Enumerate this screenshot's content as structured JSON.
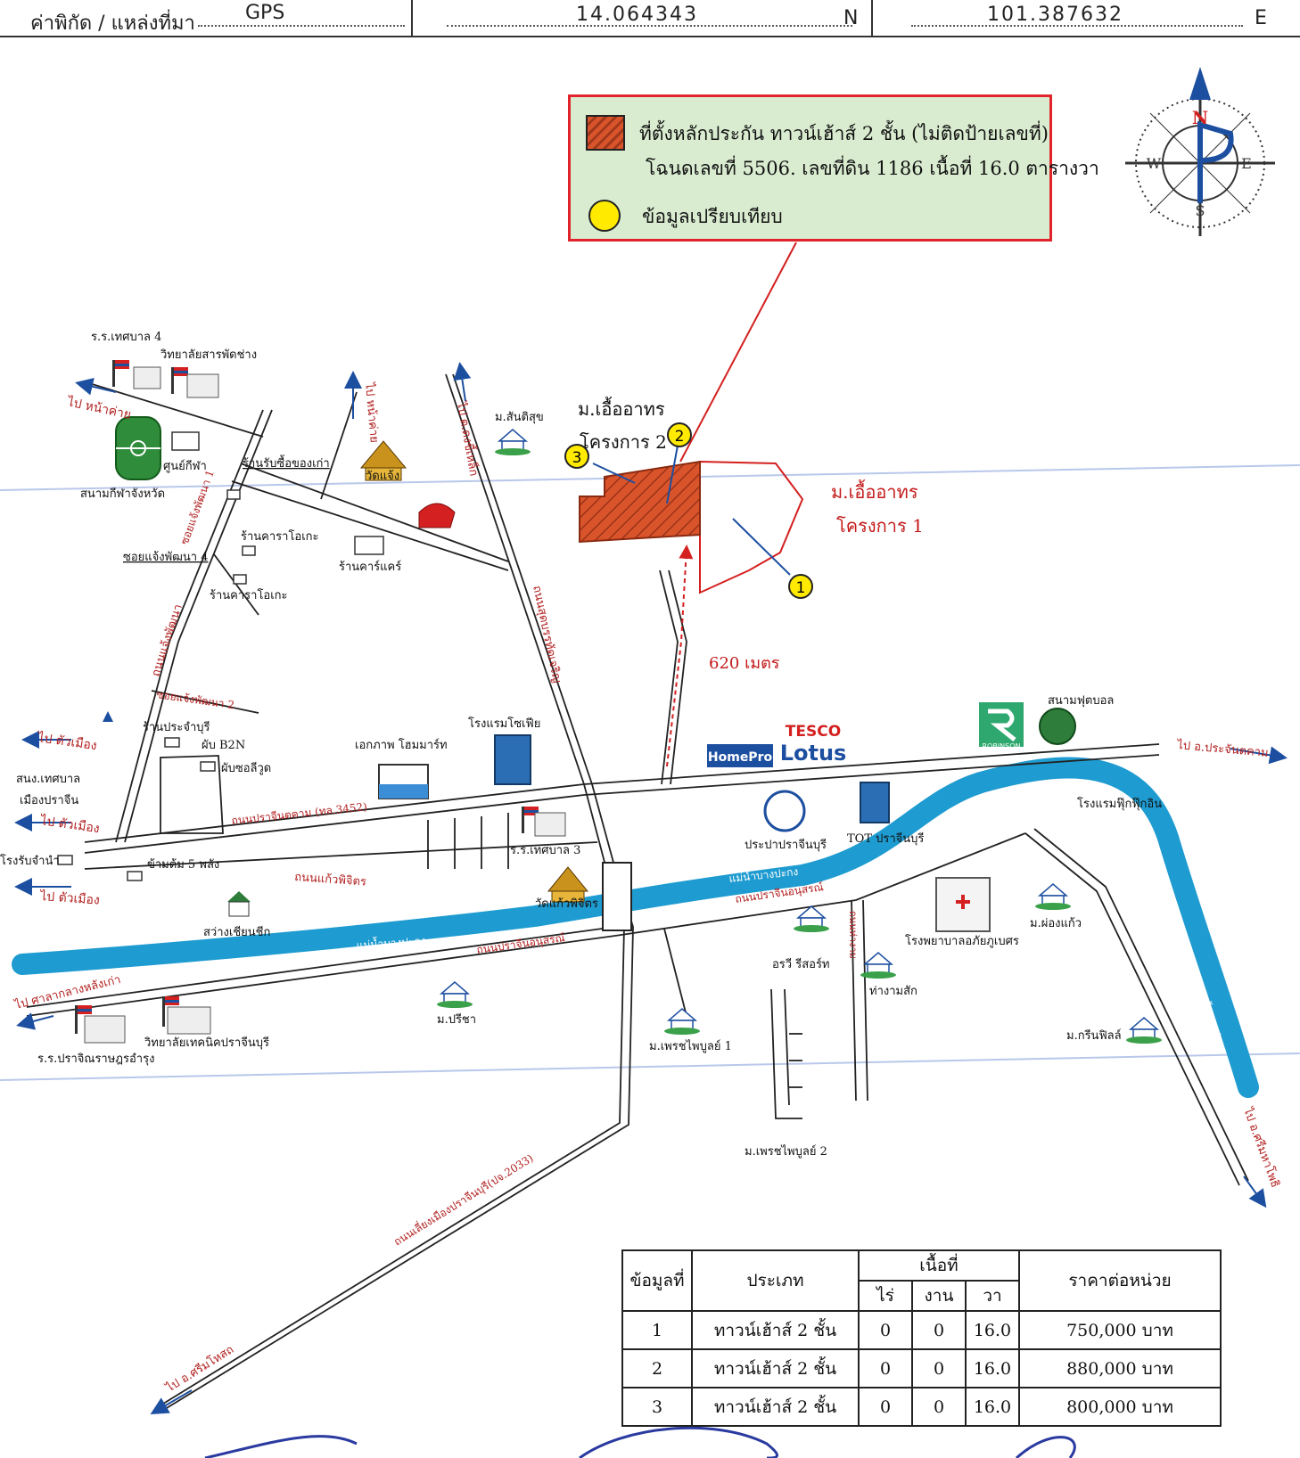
{
  "header": {
    "label": "ค่าพิกัด / แหล่งที่มา",
    "source": "GPS",
    "lat": "14.064343",
    "lat_suffix": "N",
    "lon": "101.387632",
    "lon_suffix": "E"
  },
  "legend": {
    "line1": "ที่ตั้งหลักประกัน ทาวน์เฮ้าส์ 2 ชั้น (ไม่ติดป้ายเลขที่)",
    "line2": "โฉนดเลขที่ 5506. เลขที่ดิน 1186 เนื้อที่ 16.0 ตารางวา",
    "compare": "ข้อมูลเปรียบเทียบ",
    "plot_color": "#d9542b",
    "compare_color": "#ffea00",
    "border_color": "#e0242a"
  },
  "compass": {
    "n": "N",
    "s": "S",
    "e": "E",
    "w": "W"
  },
  "markers": [
    "1",
    "2",
    "3"
  ],
  "distance": "620 เมตร",
  "labels": {
    "school4": "ร.ร.เทศบาล 4",
    "tech_college": "วิทยาลัยสารพัดช่าง",
    "to_nachai": "ไป หน้าค่าย",
    "stadium": "สนามกีฬาจังหวัด",
    "sport_center": "ศูนย์กีฬา",
    "junk_shop": "ร้านรับซื้อของเก่า",
    "soi1": "ซอยแจ้งพัฒนา 1",
    "karaoke1": "ร้านคาราโอเกะ",
    "soi4": "ซอยแจ้งพัฒนา 4",
    "karaoke2": "ร้านคาราโอเกะ",
    "to_nadi": "ไป หน้าค่าย",
    "wat_chaeng": "วัดแจ้ง",
    "car_care": "ร้านคาร์แคร์",
    "to_dongkhaen": "ไป ต.ดงขี้เหล็ก",
    "santisuk": "ม.สันติสุข",
    "euaathorn2a": "ม.เอื้ออาทร",
    "euaathorn2b": "โครงการ 2",
    "euaathorn1a": "ม.เอื้ออาทร",
    "euaathorn1b": "โครงการ 1",
    "rd_chaengphatthana": "ถนนแจ้งพัฒนา",
    "rd_suwannasorn": "ถนนสุดบรรทัดเจริญ",
    "soi2": "ซอยแจ้งพัฒนา 2",
    "to_town1": "ไป ตัวเมือง",
    "shop_daily": "ร้านประจำบุรี",
    "b2n": "ผับ B2N",
    "pub2": "ผับซอลีวูด",
    "municipal_office": "สนง.เทศบาล",
    "muang": "เมืองปราจีน",
    "to_town2": "ไป ตัวเมือง",
    "ekkaphap": "เอกภาพ โฮมมาร์ท",
    "sofia": "โรงแรมโซเฟีย",
    "homepro": "HomePro",
    "tesco": "TESCO",
    "lotus": "Lotus",
    "robinson": "ROBINSON",
    "football": "สนามฟุตบอล",
    "to_prachantakham": "ไป อ.ประจันตคาม",
    "golf_hotel": "โรงแรมฟุ๊กฟุ๊กอิน",
    "rd_3452": "ถนนปราจีนตคาม (ทล.3452)",
    "waterworks": "ประปาปราจีนบุรี",
    "tot": "TOT ปราจีนบุรี",
    "recv_shop": "โรงรับจำนำ",
    "nam5": "ข้ามต้ม 5 พลัง",
    "school3": "ร.ร.เทศบาล 3",
    "rd_kaewpichit": "ถนนแก้วพิจิตร",
    "to_town3": "ไป ตัวเมือง",
    "wat_kaew": "วัดแก้วพิจิตร",
    "sawang": "สว่างเชียนชีก",
    "river1": "แม่น้ำบางปะกง",
    "river2": "แม่น้ำบางปะกง",
    "river3": "แม่น้ำบางปะกง",
    "rd_anusorn1": "ถนนปราจีนอนุสรณ์",
    "rd_anusorn2": "ถนนปราจีนอนุสรณ์",
    "to_market": "ไป ศาลากลางหลังเก่า",
    "hospital": "โรงพยาบาลอภัยภูเบศร",
    "phongkaew": "ม.ผ่องแก้ว",
    "orawee": "อรวี รีสอร์ท",
    "tangamsak": "ท่างามสัก",
    "rd_tangam": "ถนนท่างาม",
    "preecha": "ม.ปรีชา",
    "school_prajin": "ร.ร.ปราจิณราษฎรอำรุง",
    "tech_prajin": "วิทยาลัยเทคนิคปราจีนบุรี",
    "phet1": "ม.เพรชไพบูลย์ 1",
    "phet2": "ม.เพรชไพบูลย์ 2",
    "greenhill": "ม.กรีนฟิลล์",
    "to_srimahaphot": "ไป อ.ศรีมหาโพธิ",
    "rd_bypass": "ถนนเลี่ยงเมืองปราจีนบุรี(ปจ.2033)",
    "to_srimahosot": "ไป อ.ศรีมโหสถ"
  },
  "table": {
    "headers": {
      "no": "ข้อมูลที่",
      "type": "ประเภท",
      "area": "เนื้อที่",
      "rai": "ไร่",
      "ngan": "งาน",
      "wa": "วา",
      "price": "ราคาต่อหน่วย"
    },
    "rows": [
      {
        "no": "1",
        "type": "ทาวน์เฮ้าส์ 2 ชั้น",
        "rai": "0",
        "ngan": "0",
        "wa": "16.0",
        "price": "750,000 บาท"
      },
      {
        "no": "2",
        "type": "ทาวน์เฮ้าส์ 2 ชั้น",
        "rai": "0",
        "ngan": "0",
        "wa": "16.0",
        "price": "880,000 บาท"
      },
      {
        "no": "3",
        "type": "ทาวน์เฮ้าส์ 2 ชั้น",
        "rai": "0",
        "ngan": "0",
        "wa": "16.0",
        "price": "800,000 บาท"
      }
    ]
  }
}
